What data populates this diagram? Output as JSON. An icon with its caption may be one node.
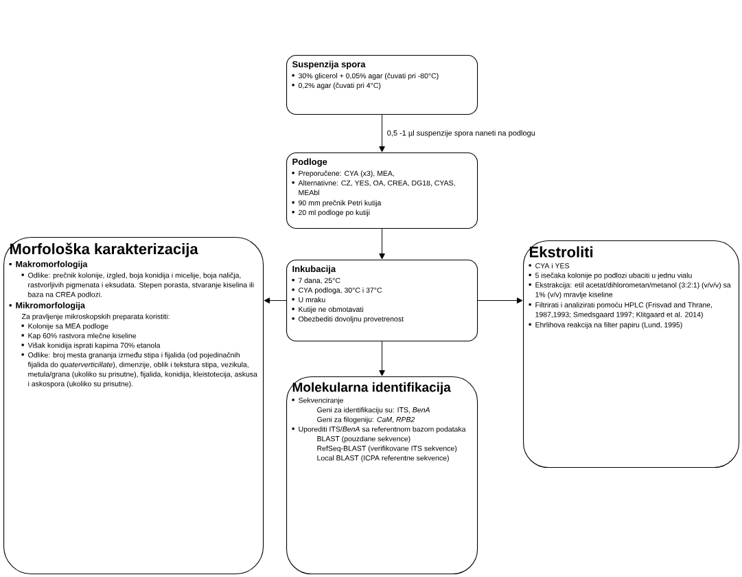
{
  "diagram": {
    "nodes": [
      {
        "text": [
          "Suspenzija spora",
          "30% glicerol + 0,05% agar (čuvati pri -80°C)",
          "0,2% agar (čuvati pri 4°C)"
        ]
      },
      {
        "text": [
          "Podloge",
          "Preporučene: CYA (x3), MEA,",
          "Alternativne: CZ, YES, OA, CREA, DG18, CYAS, MEAbl",
          "90 mm prečnik Petri kutija",
          "20 ml podloge po kutiji"
        ]
      },
      {
        "text": [
          "Inkubacija",
          "7 dana, 25°C",
          "CYA podloga, 30°C i 37°C",
          "U mraku",
          "Kutije ne obmotavati",
          "Obezbediti dovoljnu provetrenost"
        ]
      },
      {
        "text": [
          "Morfološka karakterizacija",
          "Makromorfologija",
          "Odlike: prečnik kolonije, izgled, boja konidija i micelije, boja naličja, rastvorljivih pigmenata i eksudata. Stepen porasta, stvaranje kiselina ili baza na CREA podlozi.",
          "Mikromorfologija",
          "Za pravljenje mikroskopskih preparata koristiti:",
          "Kolonije sa MEA podloge",
          "Kap 60% rastvora mlečne kiseline",
          "Višak konidija isprati kapima 70% etanola",
          "Odlike: broj mesta grananja između stipa i fijalida (od pojedinačnih fijalida do *quaterverticillate*), dimenzije, oblik i tekstura stipa, vezikula, metula/grana (ukoliko su prisutne), fijalida, konidija, kleistotecija, askusa i askospora (ukoliko su prisutne)."
        ]
      },
      {
        "text": [
          "Molekularna identifikacija",
          "Sekvenciranje",
          "Geni za identifikaciju su: ITS, *BenA*",
          "Geni za filogeniju: *CaM*, *RPB2*",
          "Uporediti ITS/*BenA* sa referentnom bazom podataka",
          "BLAST (pouzdane sekvence)",
          "RefSeq-BLAST (verifikovane ITS sekvence)",
          "Local BLAST (ICPA referentne sekvence)"
        ]
      },
      {
        "text": [
          "Ekstroliti",
          "CYA i YES",
          "5 isečaka kolonije po podlozi ubaciti u jednu vialu",
          "Ekstrakcija: etil acetat/dihlorometan/metanol (3:2:1) (v/v/v) sa 1% (v/v) mravlje kiseline",
          "Filtrirati i analizirati pomoću HPLC (Frisvad and Thrane, 1987,1993; Smedsgaard 1997; Klitgaard et al. 2014)",
          "Ehrlihova reakcija na filter papiru (Lund, 1995)"
        ]
      }
    ],
    "edges": [
      {
        "from": 0,
        "to": 1,
        "arrow": "to",
        "label": "0,5 -1 µl suspenzije spora naneti na podlogu"
      },
      {
        "from": 1,
        "to": 2,
        "arrow": "to"
      },
      {
        "from": 2,
        "to": 3,
        "arrow": "to"
      },
      {
        "from": 2,
        "to": 5,
        "arrow": "to"
      },
      {
        "from": 2,
        "to": 4,
        "arrow": "to"
      }
    ]
  }
}
